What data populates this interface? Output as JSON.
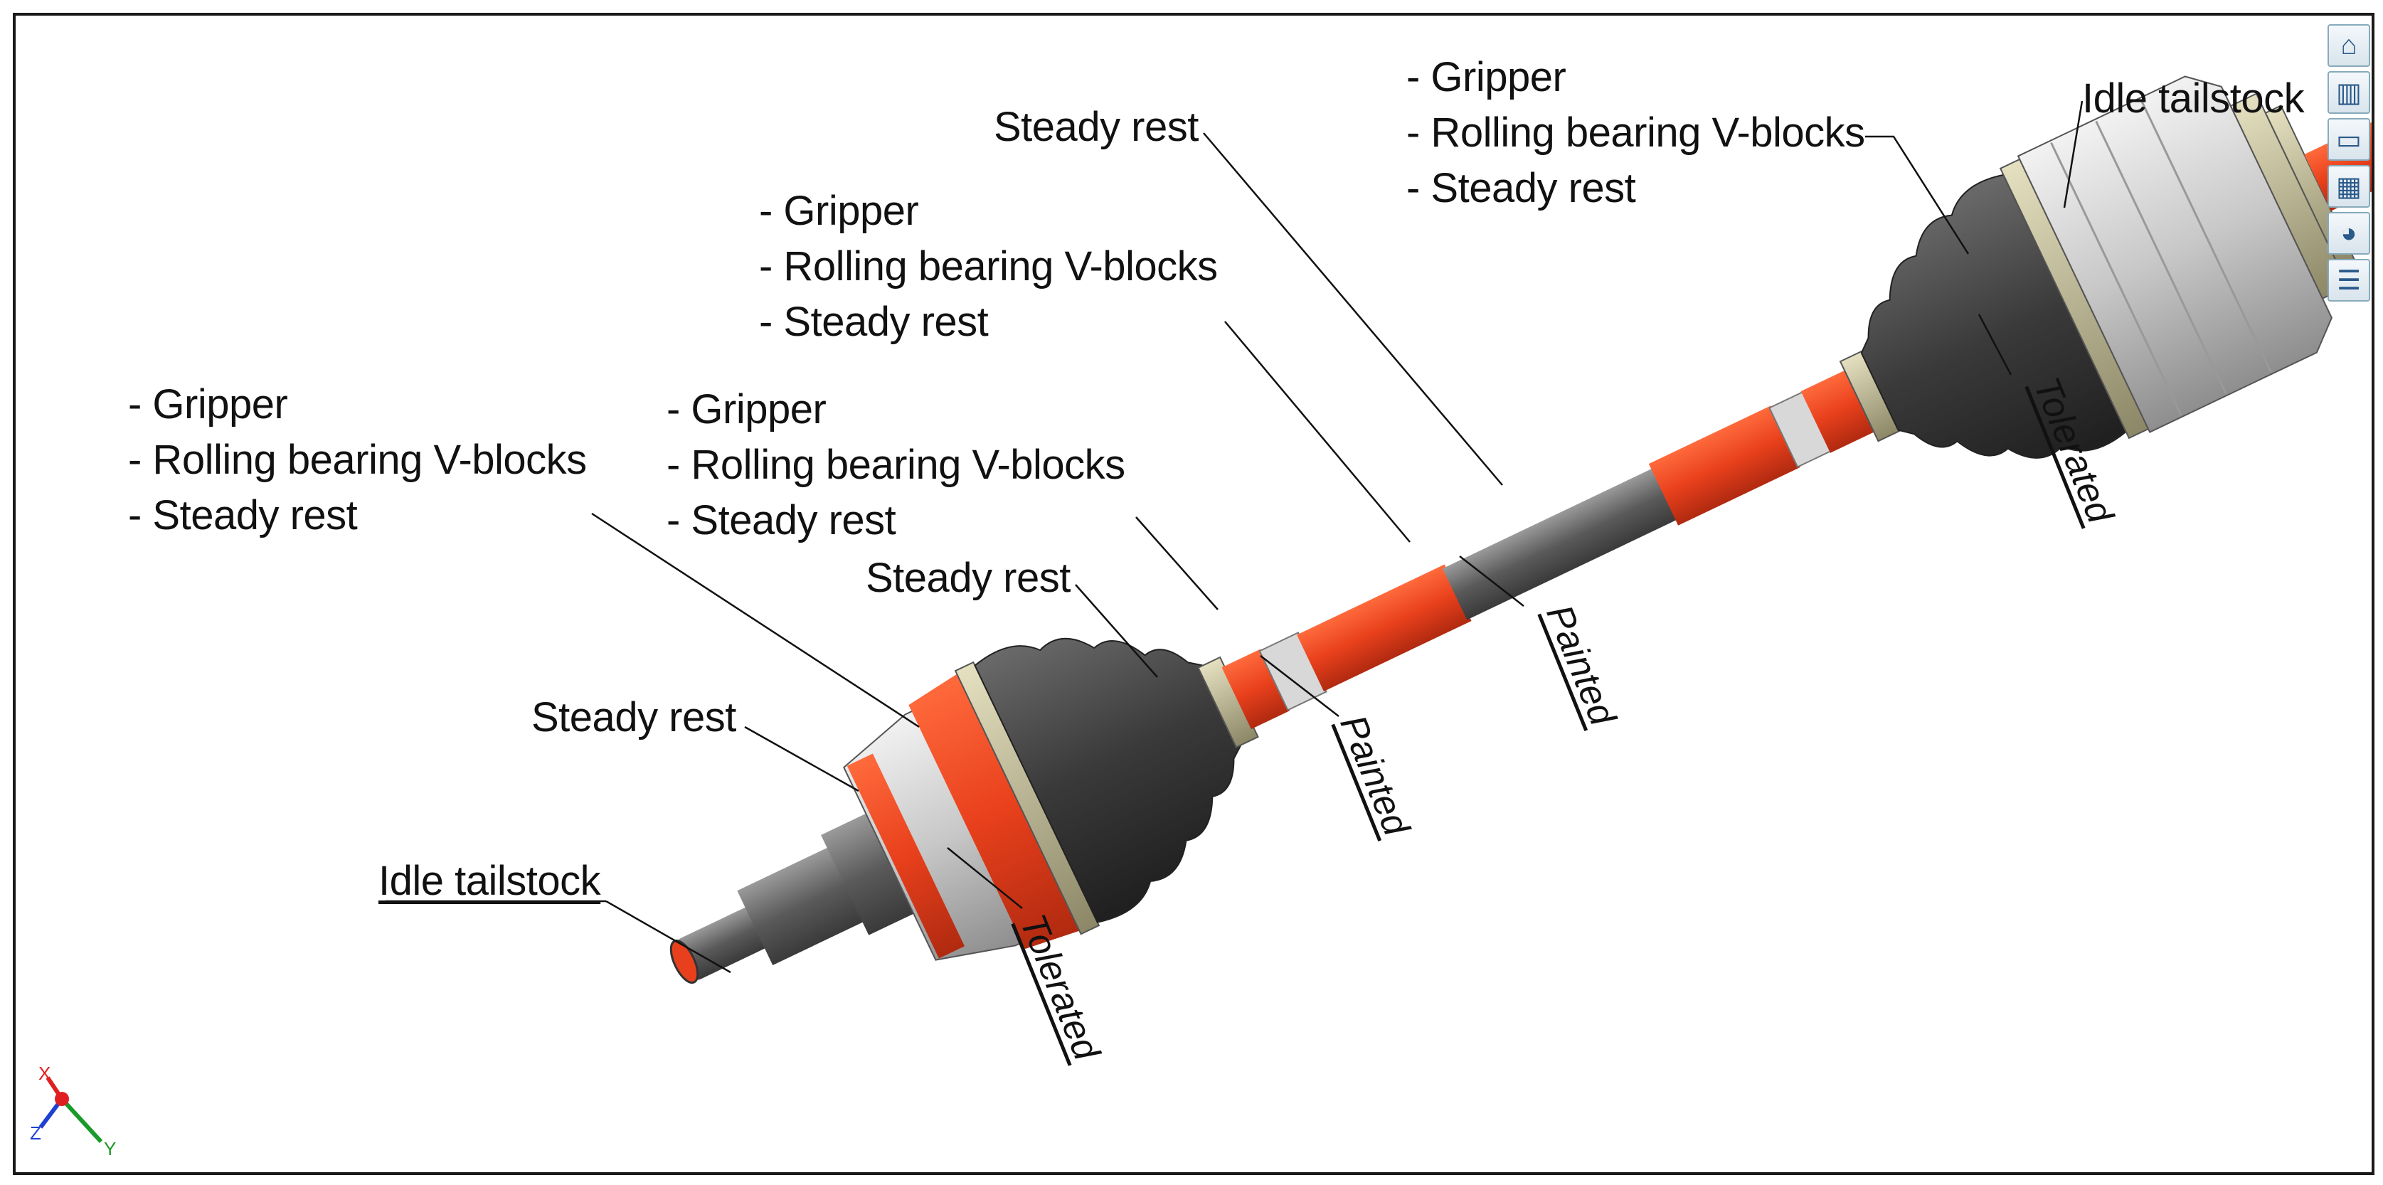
{
  "labels": {
    "group_top_right": [
      "- Gripper",
      "- Rolling bearing V-blocks",
      "- Steady rest"
    ],
    "group_top_mid": [
      "- Gripper",
      "- Rolling bearing V-blocks",
      "- Steady rest"
    ],
    "group_mid": [
      "- Gripper",
      "- Rolling bearing V-blocks",
      "- Steady rest"
    ],
    "group_left": [
      "- Gripper",
      "- Rolling bearing V-blocks",
      "- Steady rest"
    ],
    "steady_rest_top": "Steady rest",
    "steady_rest_mid": "Steady rest",
    "steady_rest_left": "Steady rest",
    "idle_tailstock_right": "Idle tailstock",
    "idle_tailstock_left": "Idle tailstock",
    "tolerated_right": "Tolerated",
    "tolerated_left": "Tolerated",
    "painted_right": "Painted",
    "painted_left": "Painted"
  },
  "toolbar": {
    "items": [
      "home-icon",
      "part-icon",
      "open-folder-icon",
      "structure-icon",
      "color-icon",
      "list-icon"
    ]
  },
  "triad": {
    "x": "X",
    "y": "Y",
    "z": "Z"
  },
  "colors": {
    "highlight": "#e8401c",
    "shaft": "#6b6b6b",
    "boot": "#3a3a3a",
    "housing": "#c8c8c8",
    "ring": "#b9b48c"
  }
}
